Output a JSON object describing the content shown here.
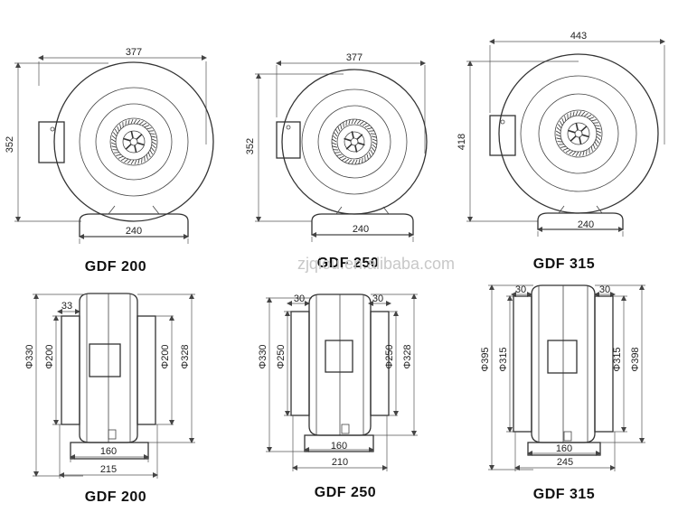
{
  "watermark": "zjqiou.en.alibaba.com",
  "front_views": [
    {
      "model": "GDF 200",
      "width": "377",
      "height": "352",
      "base": "240"
    },
    {
      "model": "GDF 250",
      "width": "377",
      "height": "352",
      "base": "240"
    },
    {
      "model": "GDF 315",
      "width": "443",
      "height": "418",
      "base": "240"
    }
  ],
  "side_views": [
    {
      "model": "GDF 200",
      "flange": "33",
      "left_outer": "Φ330",
      "left_inner": "Φ200",
      "right_inner": "Φ200",
      "right_outer": "Φ328",
      "base_inner": "160",
      "base_outer": "215"
    },
    {
      "model": "GDF 250",
      "flange": "30",
      "left_outer": "Φ330",
      "left_inner": "Φ250",
      "right_inner": "Φ250",
      "right_outer": "Φ328",
      "base_inner": "160",
      "base_outer": "210"
    },
    {
      "model": "GDF 315",
      "flange": "30",
      "left_outer": "Φ395",
      "left_inner": "Φ315",
      "right_inner": "Φ315",
      "right_outer": "Φ398",
      "base_inner": "160",
      "base_outer": "245"
    }
  ]
}
